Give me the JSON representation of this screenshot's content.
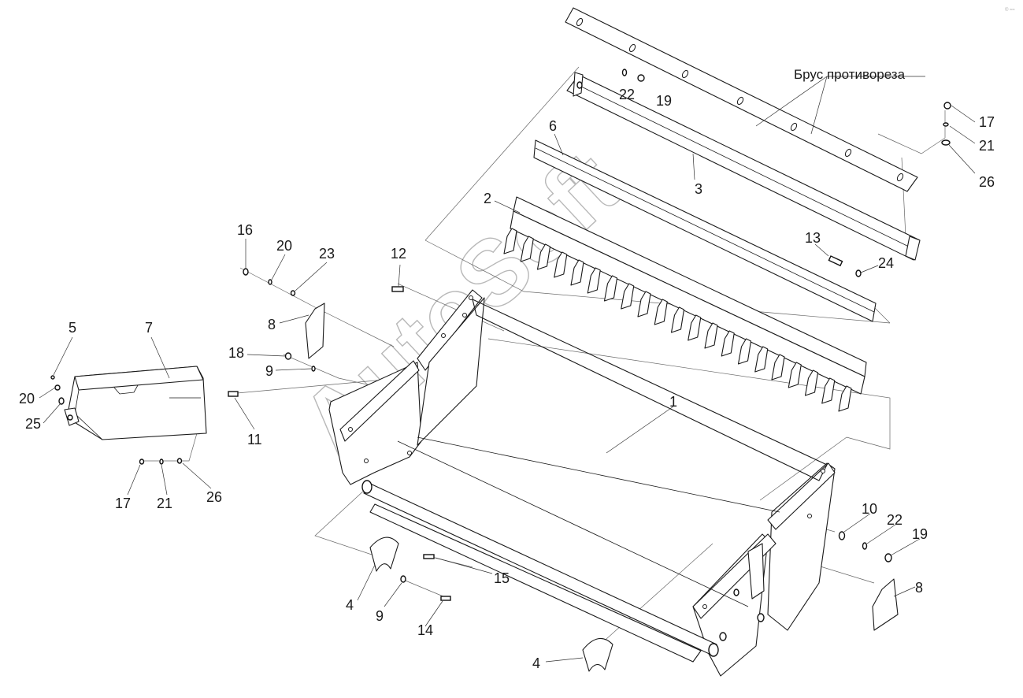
{
  "title_label": "Брус противореза",
  "watermark": "AutoSoft",
  "labels": {
    "n1": "1",
    "n2": "2",
    "n3": "3",
    "n4a": "4",
    "n4b": "4",
    "n5": "5",
    "n6": "6",
    "n7": "7",
    "n8a": "8",
    "n8b": "8",
    "n9a": "9",
    "n9b": "9",
    "n10": "10",
    "n11": "11",
    "n12": "12",
    "n13": "13",
    "n14": "14",
    "n15": "15",
    "n16": "16",
    "n17a": "17",
    "n17b": "17",
    "n18": "18",
    "n19a": "19",
    "n19b": "19",
    "n20a": "20",
    "n20b": "20",
    "n21a": "21",
    "n21b": "21",
    "n22a": "22",
    "n22b": "22",
    "n23": "23",
    "n24": "24",
    "n25": "25",
    "n26a": "26",
    "n26b": "26"
  }
}
